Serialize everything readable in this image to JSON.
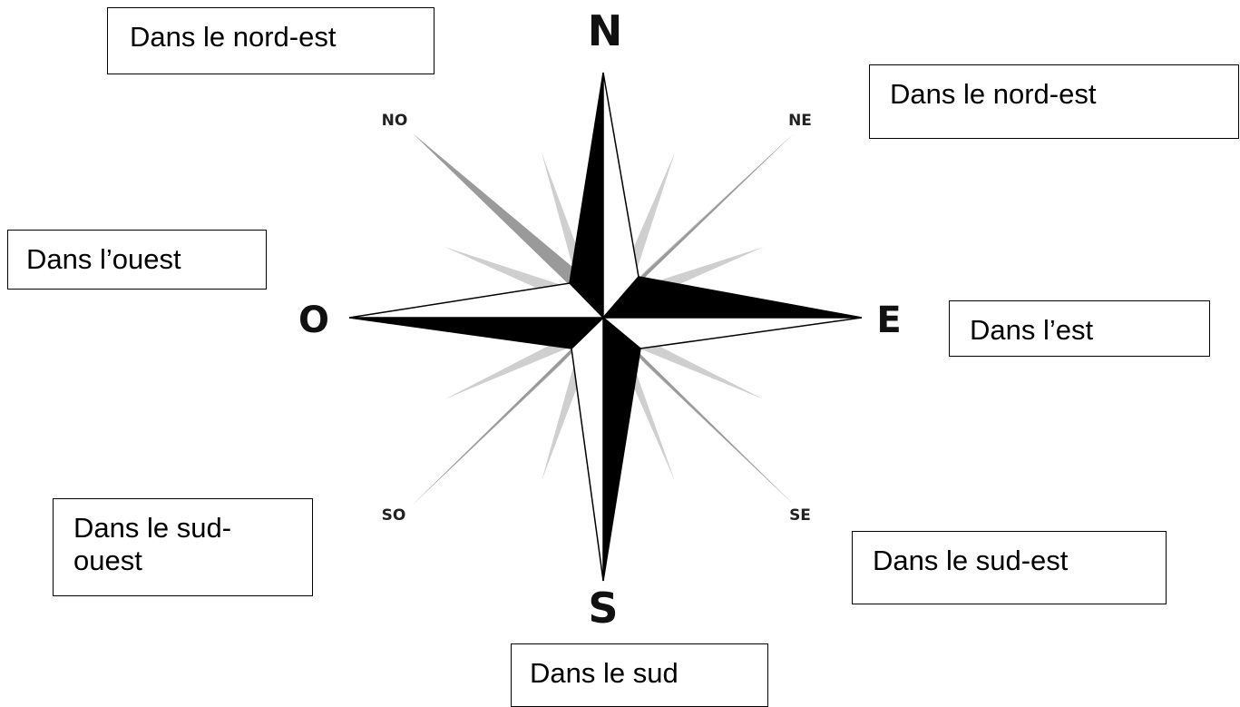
{
  "compass": {
    "north": "N",
    "south": "S",
    "east": "E",
    "west": "O",
    "northeast": "NE",
    "northwest": "NO",
    "southeast": "SE",
    "southwest": "SO"
  },
  "labels": {
    "northwest_box": "Dans le nord-est",
    "northeast_box": "Dans le nord-est",
    "west_box": "Dans l’ouest",
    "east_box": "Dans l’est",
    "southwest_box": "Dans le sud-ouest",
    "southeast_box": "Dans le sud-est",
    "south_box": "Dans le sud"
  },
  "colors": {
    "dark_point": "#000000",
    "light_point": "#ffffff",
    "ray_gray": "#b8b8b8",
    "ray_gray_dark": "#8c8c8c"
  }
}
